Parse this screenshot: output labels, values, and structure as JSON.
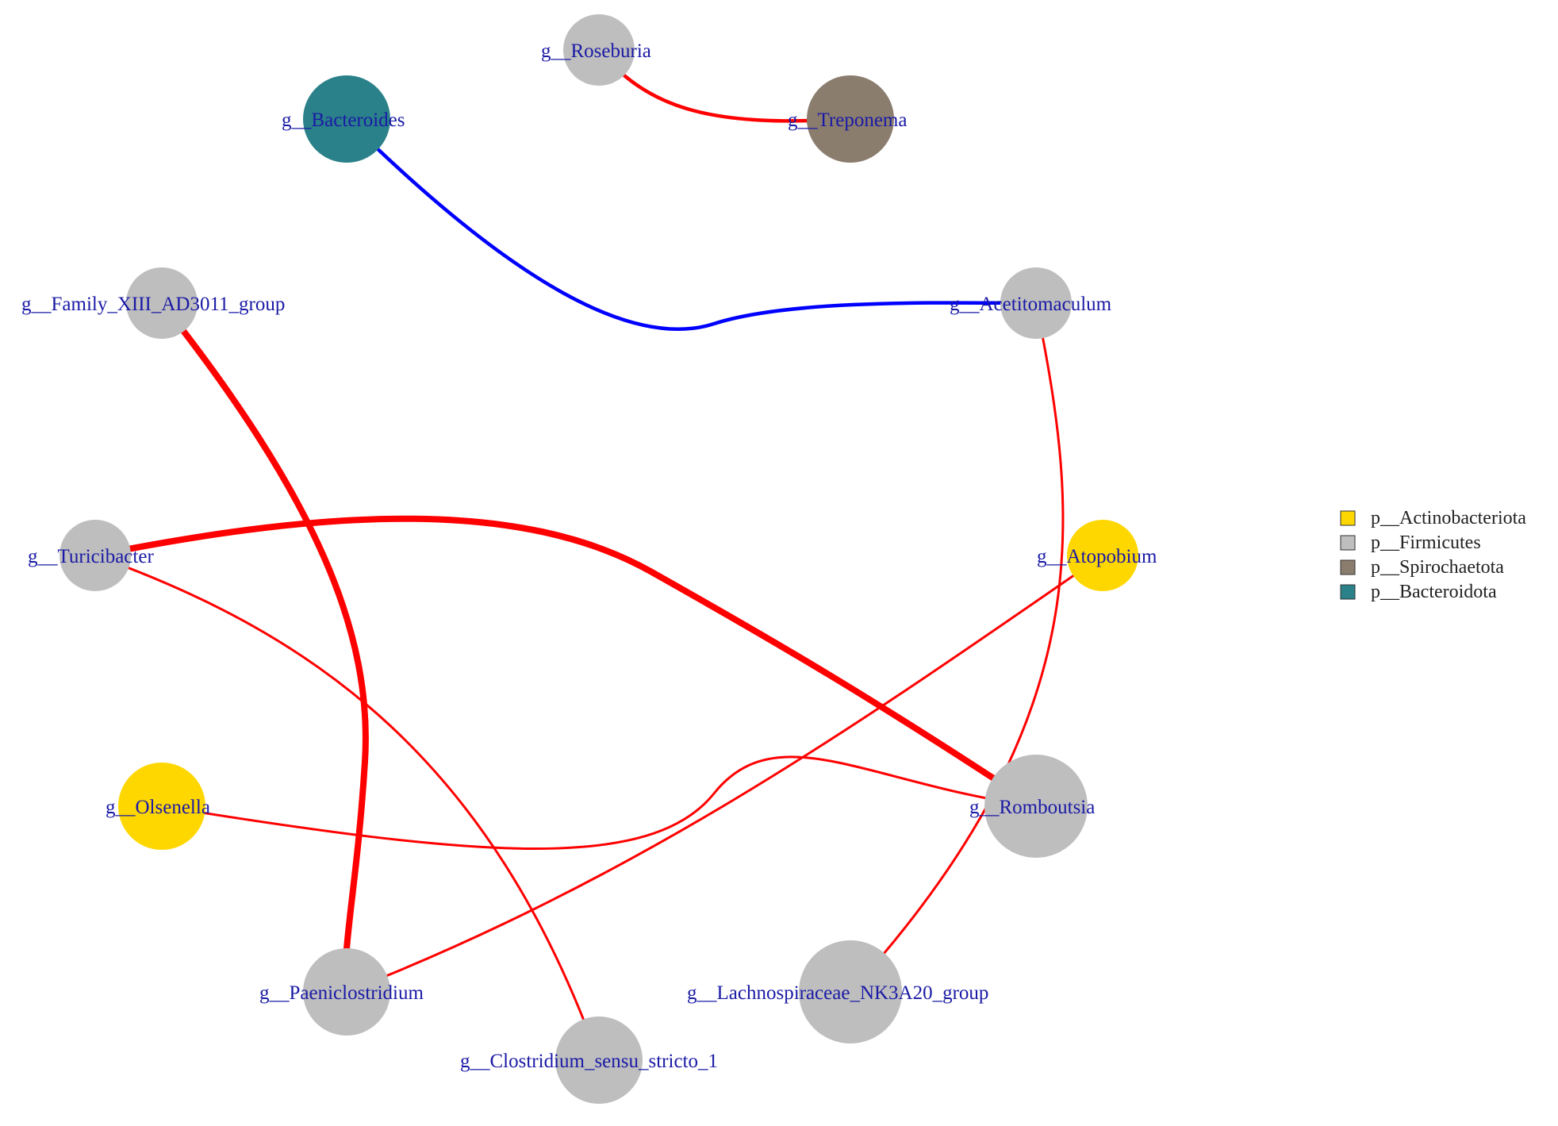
{
  "phylum_colors": {
    "p__Actinobacteriota": "#FFD700",
    "p__Firmicutes": "#BEBEBE",
    "p__Spirochaetota": "#8B7D6E",
    "p__Bacteroidota": "#2A8189"
  },
  "edge_colors": {
    "positive": "#FF0000",
    "negative": "#0000FF"
  },
  "legend": [
    {
      "label": "p__Actinobacteriota",
      "color": "#FFD700"
    },
    {
      "label": "p__Firmicutes",
      "color": "#BEBEBE"
    },
    {
      "label": "p__Spirochaetota",
      "color": "#8B7D6E"
    },
    {
      "label": "p__Bacteroidota",
      "color": "#2A8189"
    }
  ],
  "nodes": [
    {
      "id": "roseburia",
      "label": "g__Roseburia",
      "phylum": "p__Firmicutes",
      "size": "small"
    },
    {
      "id": "treponema",
      "label": "g__Treponema",
      "phylum": "p__Spirochaetota",
      "size": "medium"
    },
    {
      "id": "bacteroides",
      "label": "g__Bacteroides",
      "phylum": "p__Bacteroidota",
      "size": "medium"
    },
    {
      "id": "family_xiii",
      "label": "g__Family_XIII_AD3011_group",
      "phylum": "p__Firmicutes",
      "size": "small"
    },
    {
      "id": "acetitomaculum",
      "label": "g__Acetitomaculum",
      "phylum": "p__Firmicutes",
      "size": "small"
    },
    {
      "id": "turicibacter",
      "label": "g__Turicibacter",
      "phylum": "p__Firmicutes",
      "size": "small"
    },
    {
      "id": "atopobium",
      "label": "g__Atopobium",
      "phylum": "p__Actinobacteriota",
      "size": "small"
    },
    {
      "id": "olsenella",
      "label": "g__Olsenella",
      "phylum": "p__Actinobacteriota",
      "size": "medium"
    },
    {
      "id": "romboutsia",
      "label": "g__Romboutsia",
      "phylum": "p__Firmicutes",
      "size": "large"
    },
    {
      "id": "paeniclostridium",
      "label": "g__Paeniclostridium",
      "phylum": "p__Firmicutes",
      "size": "medium"
    },
    {
      "id": "lachnospiraceae",
      "label": "g__Lachnospiraceae_NK3A20_group",
      "phylum": "p__Firmicutes",
      "size": "large"
    },
    {
      "id": "clostridium",
      "label": "g__Clostridium_sensu_stricto_1",
      "phylum": "p__Firmicutes",
      "size": "medium"
    }
  ],
  "edges": [
    {
      "source": "roseburia",
      "target": "treponema",
      "sign": "positive",
      "weight": "medium"
    },
    {
      "source": "bacteroides",
      "target": "acetitomaculum",
      "sign": "negative",
      "weight": "medium"
    },
    {
      "source": "family_xiii",
      "target": "paeniclostridium",
      "sign": "positive",
      "weight": "thick"
    },
    {
      "source": "turicibacter",
      "target": "romboutsia",
      "sign": "positive",
      "weight": "thick"
    },
    {
      "source": "turicibacter",
      "target": "clostridium",
      "sign": "positive",
      "weight": "thin"
    },
    {
      "source": "acetitomaculum",
      "target": "lachnospiraceae",
      "sign": "positive",
      "weight": "thin"
    },
    {
      "source": "atopobium",
      "target": "paeniclostridium",
      "sign": "positive",
      "weight": "thin"
    },
    {
      "source": "olsenella",
      "target": "romboutsia",
      "sign": "positive",
      "weight": "thin"
    }
  ]
}
